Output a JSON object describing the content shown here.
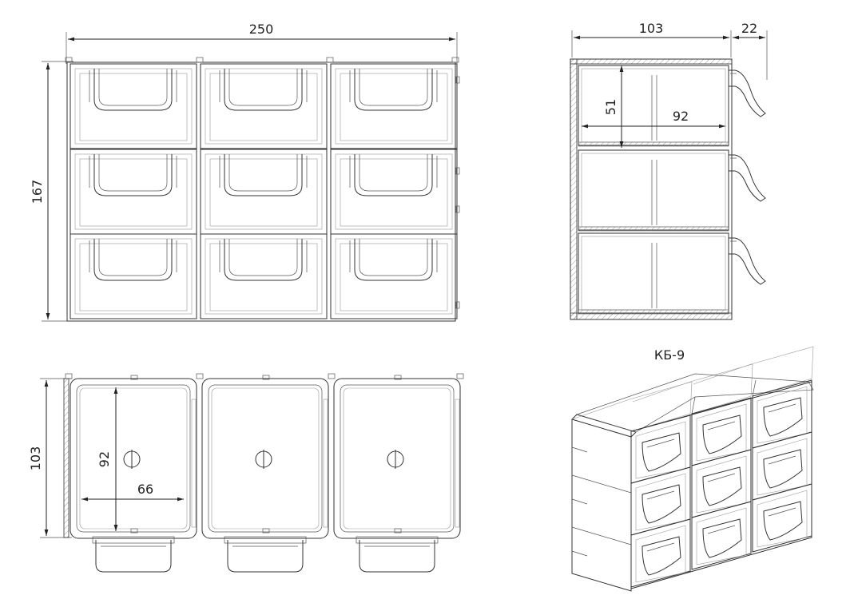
{
  "front_view": {
    "width_dim": "250",
    "height_dim": "167"
  },
  "side_view": {
    "depth_dim": "103",
    "handle_dim": "22",
    "drawer_height_dim": "51",
    "drawer_depth_dim": "92"
  },
  "top_view": {
    "depth_dim": "103",
    "inner_depth_dim": "92",
    "inner_width_dim": "66"
  },
  "iso_view": {
    "model_label": "КБ-9"
  },
  "colors": {
    "line": "#333333",
    "background": "#ffffff"
  }
}
